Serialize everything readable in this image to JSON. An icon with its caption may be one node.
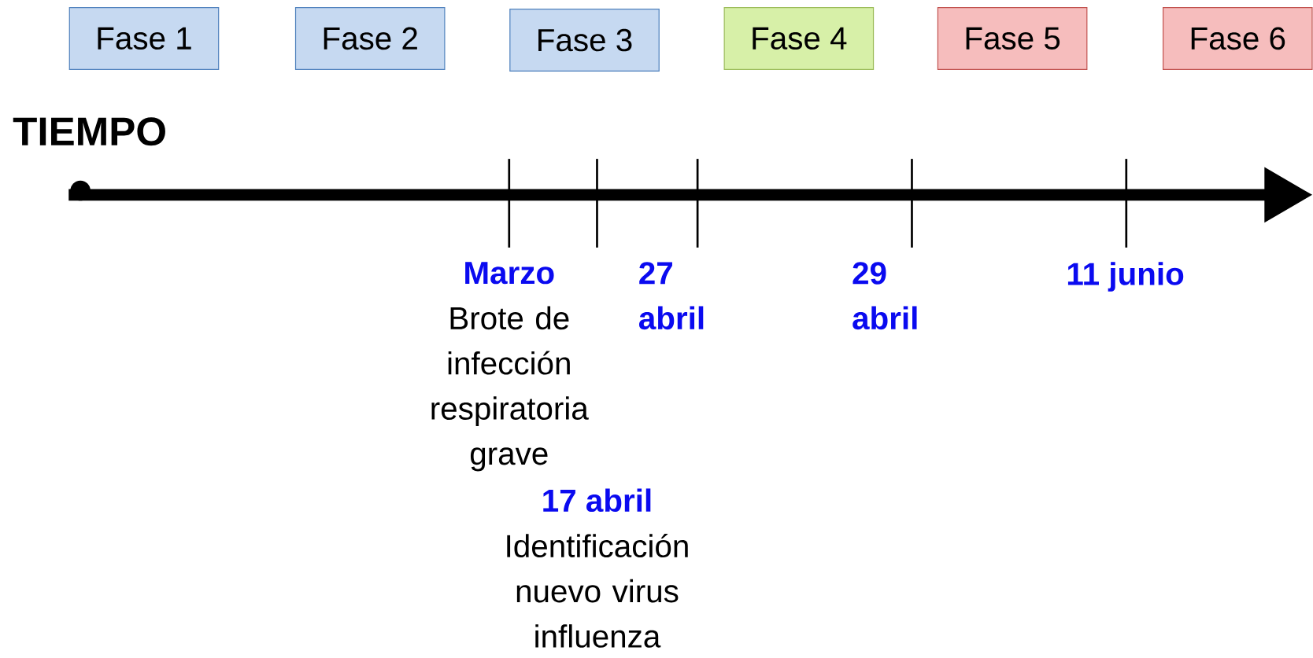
{
  "diagram": {
    "nodes": [
      {
        "text": [
          "Fase 1"
        ]
      },
      {
        "text": [
          "Fase 2"
        ]
      },
      {
        "text": [
          "Fase 3"
        ]
      },
      {
        "text": [
          "Fase 4"
        ]
      },
      {
        "text": [
          "Fase 5"
        ]
      },
      {
        "text": [
          "Fase 6"
        ]
      }
    ],
    "labels": [
      "TIEMPO",
      "Marzo",
      "Brote de infección respiratoria grave",
      "27 abril",
      "29 abril",
      "11 junio",
      "17 abril",
      "Identificación nuevo virus influenza"
    ]
  }
}
